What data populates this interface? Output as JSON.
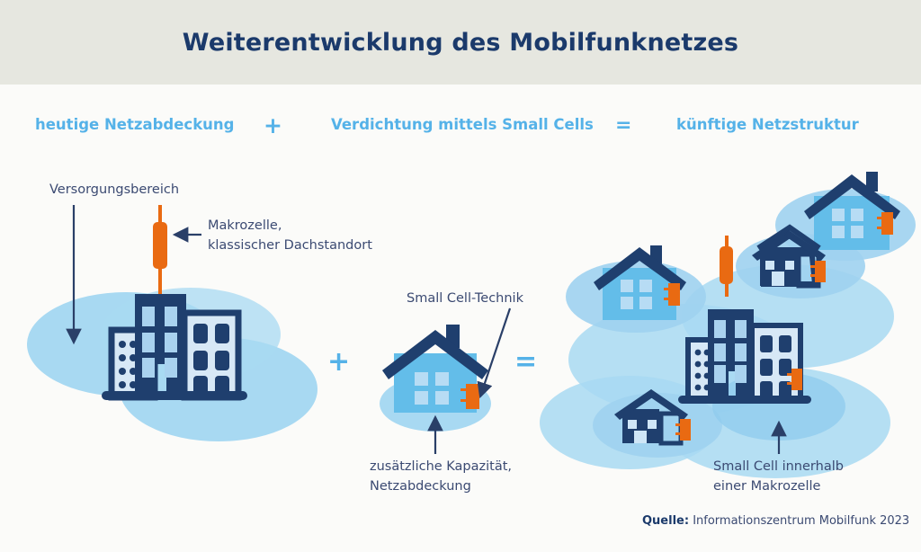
{
  "title": "Weiterentwicklung des Mobilfunknetzes",
  "header": {
    "col1": "heutige Netzabdeckung",
    "op_plus": "+",
    "col2": "Verdichtung mittels Small Cells",
    "op_equals": "=",
    "col3": "künftige Netzstruktur"
  },
  "operators": {
    "plus": "+",
    "equals": "="
  },
  "annotations": {
    "versorgungsbereich": "Versorgungsbereich",
    "makrozelle": "Makrozelle,\nklassischer Dachstandort",
    "small_cell_technik": "Small Cell-Technik",
    "kapazitaet": "zusätzliche Kapazität,\nNetzabdeckung",
    "small_cell_makro": "Small Cell innerhalb\neiner Makrozelle"
  },
  "source": {
    "label": "Quelle:",
    "text": " Informationszentrum Mobilfunk 2023"
  },
  "colors": {
    "band_background": "#e6e7e0",
    "page_background": "#fbfbf9",
    "title_navy": "#1b3a6b",
    "accent_blue": "#55b2e8",
    "label_navy": "#3b4a72",
    "coverage_blue": "#a8d9f2",
    "building_navy": "#1f3f6e",
    "house_blue": "#63bde9",
    "window_pale": "#cfe6f7",
    "antenna_orange": "#e96a12"
  }
}
